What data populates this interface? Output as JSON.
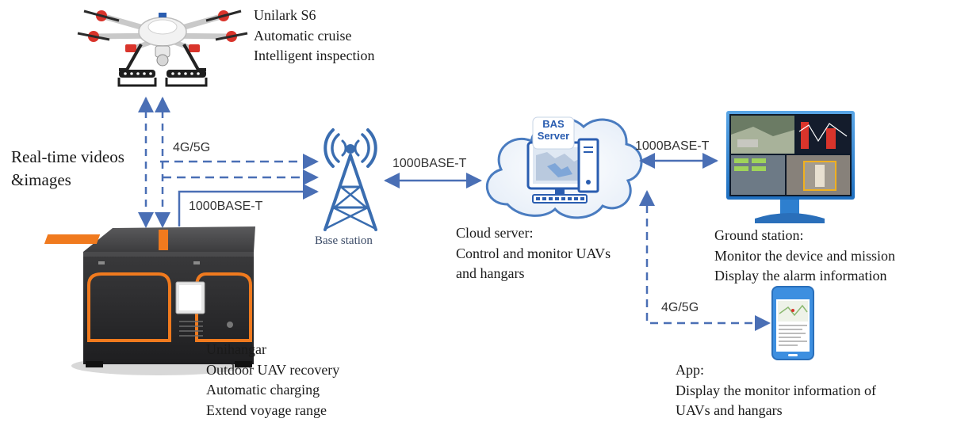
{
  "drone": {
    "lines": [
      "Unilark S6",
      "Automatic cruise",
      "Intelligent inspection"
    ]
  },
  "hangar": {
    "lines": [
      "Unihangar",
      "Outdoor UAV recovery",
      "Automatic charging",
      "Extend voyage range"
    ],
    "brand_color": "#f07a1e"
  },
  "realtime": {
    "lines": [
      "Real-time videos",
      "&images"
    ]
  },
  "base_station": {
    "label": "Base station"
  },
  "cloud": {
    "badge_line1": "BAS",
    "badge_line2": "Server",
    "lines": [
      "Cloud server:",
      "Control and monitor UAVs",
      "and hangars"
    ]
  },
  "ground": {
    "lines": [
      "Ground station:",
      "Monitor the device and mission",
      "Display the alarm information"
    ]
  },
  "app": {
    "lines": [
      "App:",
      "Display the monitor information of",
      "UAVs and hangars"
    ]
  },
  "links": {
    "hangar_4g": "4G/5G",
    "hangar_ethernet": "1000BASE-T",
    "base_cloud": "1000BASE-T",
    "cloud_ground": "1000BASE-T",
    "cloud_app": "4G/5G"
  },
  "colors": {
    "arrow": "#4a6fb5",
    "tower": "#3a6db0",
    "text": "#1a1a1a"
  }
}
